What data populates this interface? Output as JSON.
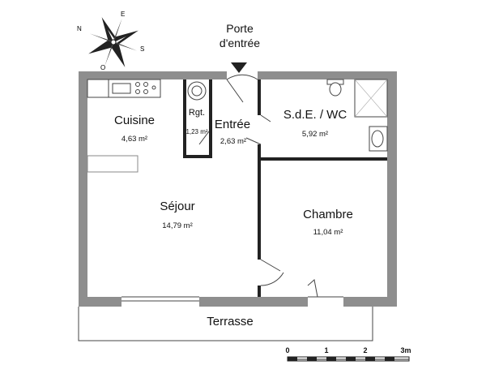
{
  "entrance": {
    "label_line1": "Porte",
    "label_line2": "d'entrée"
  },
  "rooms": {
    "cuisine": {
      "name": "Cuisine",
      "area": "4,63 m²"
    },
    "rangement": {
      "name": "Rgt.",
      "area": "1,23 m²"
    },
    "entree": {
      "name": "Entrée",
      "area": "2,63 m²"
    },
    "sde_wc": {
      "name": "S.d.E. / WC",
      "area": "5,92 m²"
    },
    "sejour": {
      "name": "Séjour",
      "area": "14,79 m²"
    },
    "chambre": {
      "name": "Chambre",
      "area": "11,04 m²"
    }
  },
  "terrace": {
    "label": "Terrasse"
  },
  "compass": {
    "n": "N",
    "e": "E",
    "s": "S",
    "o": "O"
  },
  "scale": {
    "ticks": [
      "0",
      "1",
      "2",
      "3m"
    ]
  },
  "colors": {
    "wall": "#8e8e8e",
    "line": "#444444"
  }
}
